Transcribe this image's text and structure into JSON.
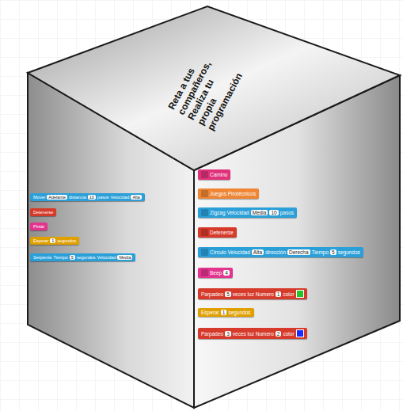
{
  "diagram": {
    "nodes": [
      {
        "text": [
          "Mover",
          "Adelante",
          "distancia",
          "10",
          "pasos",
          "Velocidad",
          "Alta"
        ]
      },
      {
        "text": [
          "Detenerse"
        ]
      },
      {
        "text": [
          "Pintar"
        ]
      },
      {
        "text": [
          "Esperar",
          "1",
          "segundos"
        ]
      },
      {
        "text": [
          "Serpiente",
          "Tiempo",
          "5",
          "segundos",
          "Velocidad",
          "Media"
        ]
      },
      {
        "text": [
          "Camino"
        ]
      },
      {
        "text": [
          "Juegos Pirotécnicos"
        ]
      },
      {
        "text": [
          "Zigzag",
          "Velocidad",
          "Media",
          "10",
          "pasos"
        ]
      },
      {
        "text": [
          "Detenerse"
        ]
      },
      {
        "text": [
          "Círculo",
          "Velocidad",
          "Alta",
          "dirección",
          "Derecha",
          "Tiempo",
          "5",
          "segundos"
        ]
      },
      {
        "text": [
          "Beep",
          "4"
        ]
      },
      {
        "text": [
          "Parpadeo",
          "5",
          "veces luz Numero",
          "1",
          "color"
        ]
      },
      {
        "text": [
          "Esperar",
          "1",
          "segundos"
        ]
      },
      {
        "text": [
          "Parpadeo",
          "3",
          "veces luz Numero",
          "2",
          "color"
        ]
      }
    ],
    "labels": [
      "Reta a tus compañeros, Realiza tu propia programación"
    ]
  }
}
